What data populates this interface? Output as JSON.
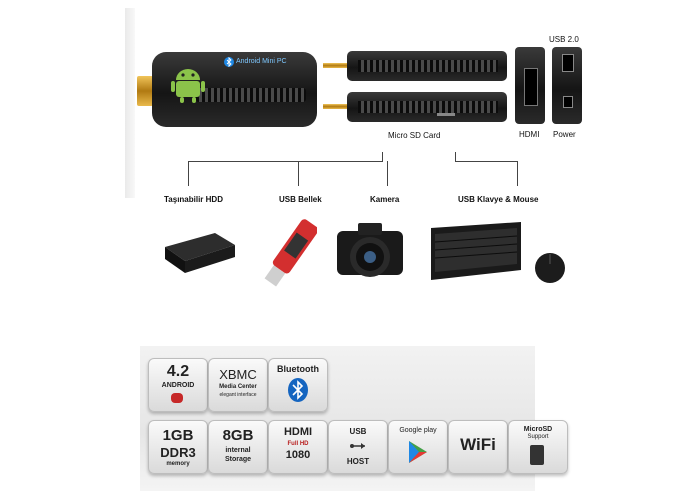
{
  "device": {
    "brand_text": "Android Mini PC",
    "android_version": "4.2"
  },
  "ports": {
    "usb_label": "USB 2.0",
    "hdmi_label": "HDMI",
    "power_label": "Power",
    "sd_label": "Micro SD Card"
  },
  "peripherals": [
    {
      "label": "Taşınabilir HDD",
      "icon": "hard-drive-icon"
    },
    {
      "label": "USB Bellek",
      "icon": "usb-flash-drive-icon"
    },
    {
      "label": "Kamera",
      "icon": "camera-icon"
    },
    {
      "label": "USB Klavye & Mouse",
      "icon": "keyboard-mouse-icon"
    }
  ],
  "badges_row1": [
    {
      "line1": "4.2",
      "line2": "ANDROID",
      "icon": "android-badge-icon"
    },
    {
      "line1": "XBMC",
      "line2": "Media Center",
      "line3": "elegant interface",
      "icon": "xbmc-badge-icon"
    },
    {
      "line1": "Bluetooth",
      "icon": "bluetooth-badge-icon"
    }
  ],
  "badges_row2": [
    {
      "line1": "1GB",
      "line2": "DDR3",
      "line3": "memory",
      "icon": "ram-badge-icon"
    },
    {
      "line1": "8GB",
      "line2": "internal",
      "line3": "Storage",
      "icon": "storage-badge-icon"
    },
    {
      "line1": "HDMI",
      "line2": "Full HD",
      "line3": "1080",
      "icon": "hdmi-badge-icon"
    },
    {
      "line1": "USB",
      "line2": "HOST",
      "icon": "usb-host-badge-icon"
    },
    {
      "line1": "Google play",
      "icon": "google-play-badge-icon"
    },
    {
      "line1": "WiFi",
      "icon": "wifi-badge-icon"
    },
    {
      "line1": "MicroSD",
      "line2": "Support",
      "icon": "microsd-badge-icon"
    }
  ],
  "colors": {
    "android_green": "#8bc34a",
    "bluetooth_blue": "#1565c0",
    "stick_black": "#1a1a1a",
    "gold": "#d8a22e"
  }
}
